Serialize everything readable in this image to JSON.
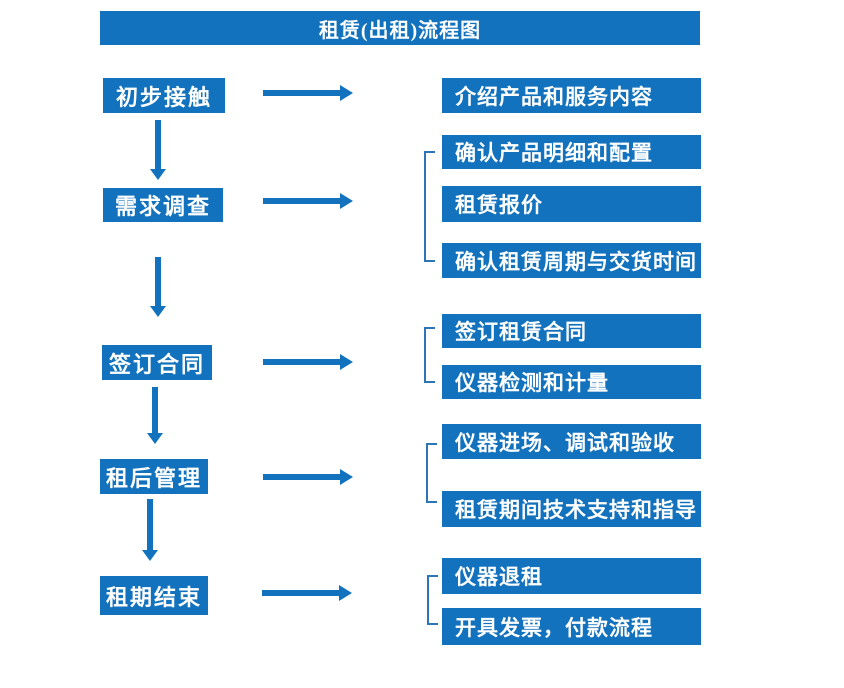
{
  "title": "租赁(出租)流程图",
  "colors": {
    "primary_blue": "#1272BD",
    "bracket_blue": "#2E75B6",
    "text_on_primary": "#FFFFFF",
    "background": "#FFFFFF"
  },
  "icons": {
    "right_arrow": "arrow-right-icon",
    "down_arrow": "arrow-down-icon",
    "group_bracket": "left-square-bracket"
  },
  "steps": [
    {
      "label": "初步接触",
      "details": [
        "介绍产品和服务内容"
      ]
    },
    {
      "label": "需求调查",
      "details": [
        "确认产品明细和配置",
        "租赁报价",
        "确认租赁周期与交货时间"
      ]
    },
    {
      "label": "签订合同",
      "details": [
        "签订租赁合同",
        "仪器检测和计量"
      ]
    },
    {
      "label": "租后管理",
      "details": [
        "仪器进场、调试和验收",
        "租赁期间技术支持和指导"
      ]
    },
    {
      "label": "租期结束",
      "details": [
        "仪器退租",
        "开具发票，付款流程"
      ]
    }
  ]
}
